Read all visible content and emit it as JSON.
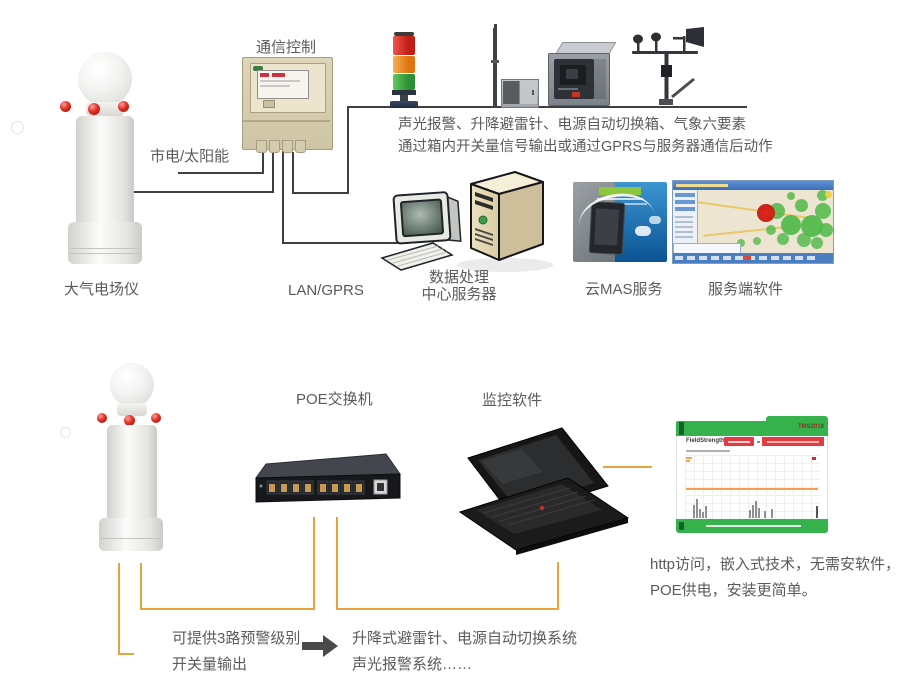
{
  "colors": {
    "accent_orange": "#E7A33F",
    "line_dark": "#3F3F3F",
    "text_gray": "#5B5B5B",
    "webui_green": "#35B24C",
    "alert_red": "#E23B41"
  },
  "top": {
    "field_mill_label": "大气电场仪",
    "controller_label": "通信控制",
    "power_label": "市电/太阳能",
    "lan_label": "LAN/GPRS",
    "devices_caption_line1": "声光报警、升降避雷针、电源自动切换箱、气象六要素",
    "devices_caption_line2": "通过箱内开关量信号输出或通过GPRS与服务器通信后动作",
    "server_label_line1": "数据处理",
    "server_label_line2": "中心服务器",
    "cloud_label": "云MAS服务",
    "software_label": "服务端软件"
  },
  "bottom": {
    "poe_label": "POE交换机",
    "monitor_label": "监控软件",
    "webui": {
      "brand": "TMS2018",
      "app_title": "FieldStrength"
    },
    "http_caption_line1": "http访问，嵌入式技术，无需安软件，",
    "http_caption_line2": "POE供电，安装更简单。",
    "output_caption_line1": "可提供3路预警级别",
    "output_caption_line2": "开关量输出",
    "action_caption_line1": "升降式避雷针、电源自动切换系统",
    "action_caption_line2": "声光报警系统……"
  }
}
